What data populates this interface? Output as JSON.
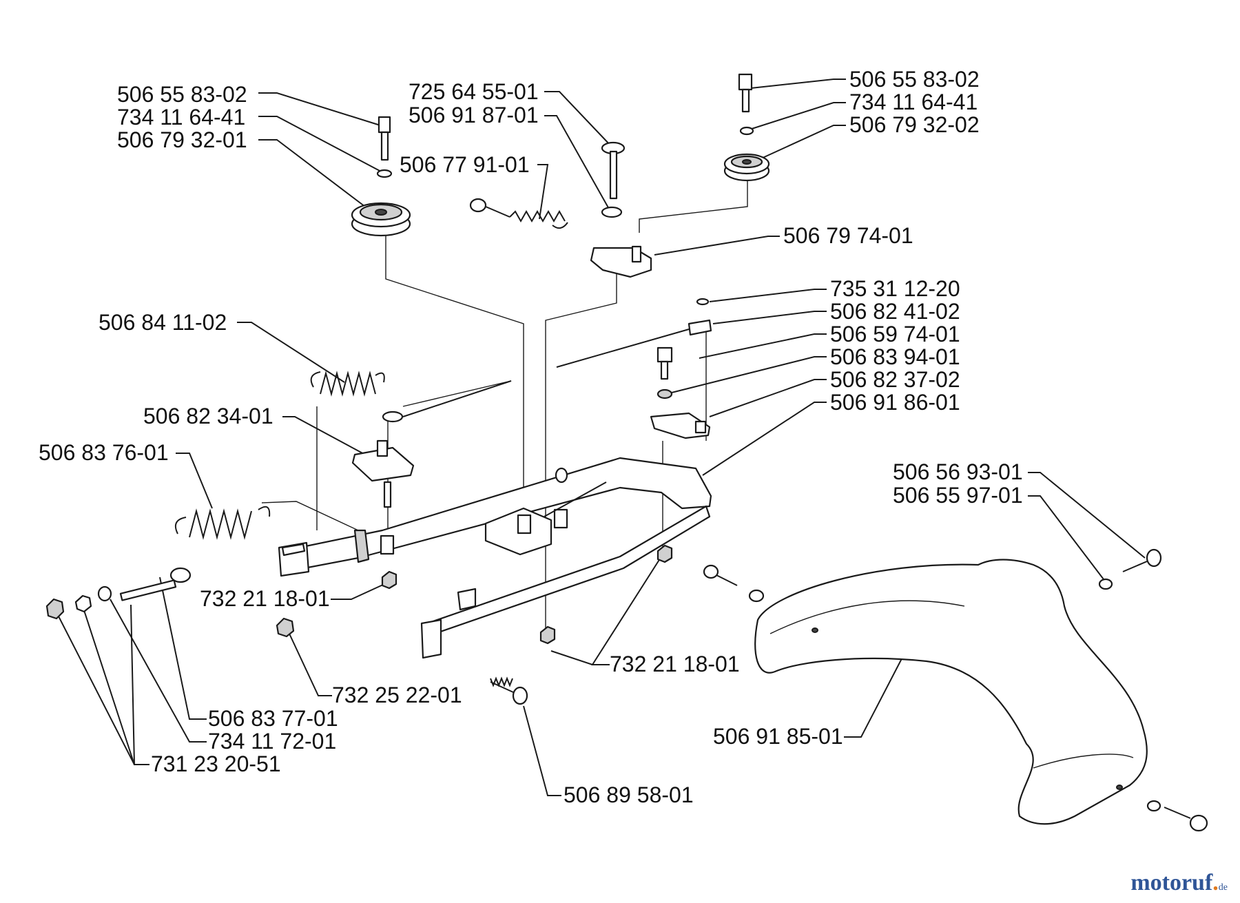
{
  "labels": {
    "l01": "506 55 83-02",
    "l02": "734 11 64-41",
    "l03": "506 79 32-01",
    "l04": "725 64 55-01",
    "l05": "506 91 87-01",
    "l06": "506 77 91-01",
    "l07": "506 55 83-02",
    "l08": "734 11 64-41",
    "l09": "506 79 32-02",
    "l10": "506 79 74-01",
    "l11": "735 31 12-20",
    "l12": "506 82 41-02",
    "l13": "506 59 74-01",
    "l14": "506 83 94-01",
    "l15": "506 82 37-02",
    "l16": "506 91 86-01",
    "l17": "506 84 11-02",
    "l18": "506 82 34-01",
    "l19": "506 83 76-01",
    "l20": "732 21 18-01",
    "l21": "506 56 93-01",
    "l22": "506 55 97-01",
    "l23": "732 21 18-01",
    "l24": "732 25 22-01",
    "l25": "506 83 77-01",
    "l26": "734 11 72-01",
    "l27": "731 23 20-51",
    "l28": "506 91 85-01",
    "l29": "506 89 58-01"
  },
  "watermark": {
    "main": "motoruf",
    "dot": ".",
    "tld": "de"
  }
}
